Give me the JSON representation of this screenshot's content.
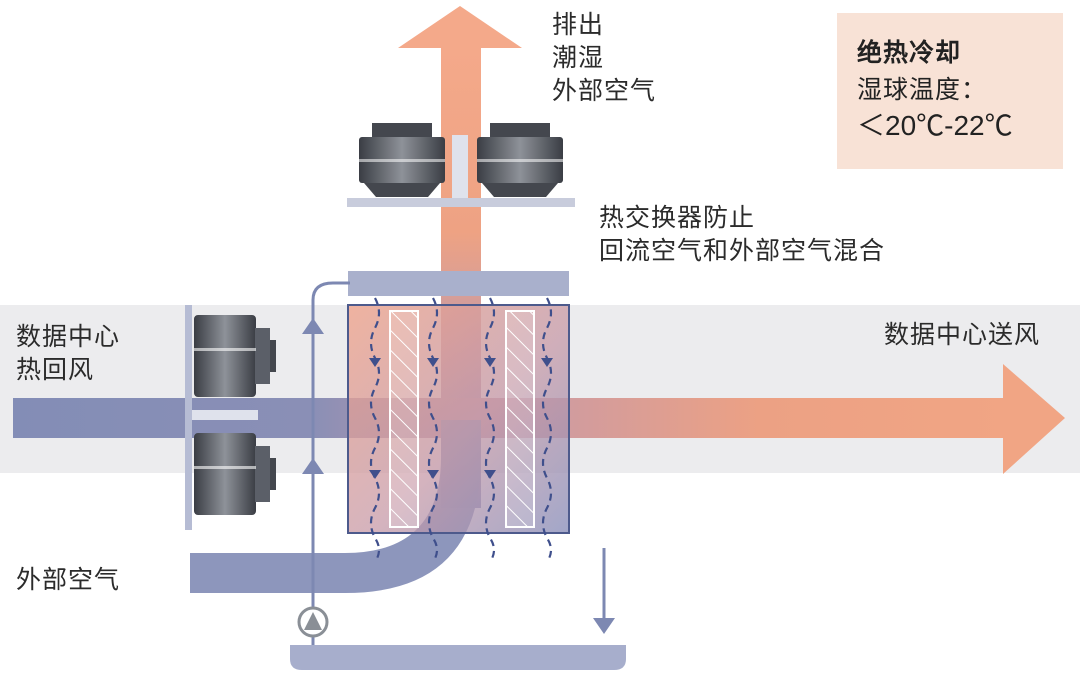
{
  "labels": {
    "exhaust": [
      "排出",
      "潮湿",
      "外部空气"
    ],
    "heat_exchanger_note": [
      "热交换器防止",
      "回流空气和外部空气混合"
    ],
    "return_air": [
      "数据中心",
      "热回风"
    ],
    "supply_air": "数据中心送风",
    "outside_air": "外部空气"
  },
  "info_box": {
    "title": "绝热冷却",
    "line1": "湿球温度：",
    "line2": "＜20℃-22℃"
  },
  "colors": {
    "band_gray": "#ececee",
    "blue_air": "#8790b8",
    "salmon_air": "#f0a585",
    "exchanger_frame": "#4d5a8c",
    "info_box_bg": "#f8e2d6"
  },
  "icons": [
    "fan-icon",
    "pump-icon",
    "arrow-up-icon",
    "arrow-down-icon",
    "arrow-right-icon"
  ]
}
